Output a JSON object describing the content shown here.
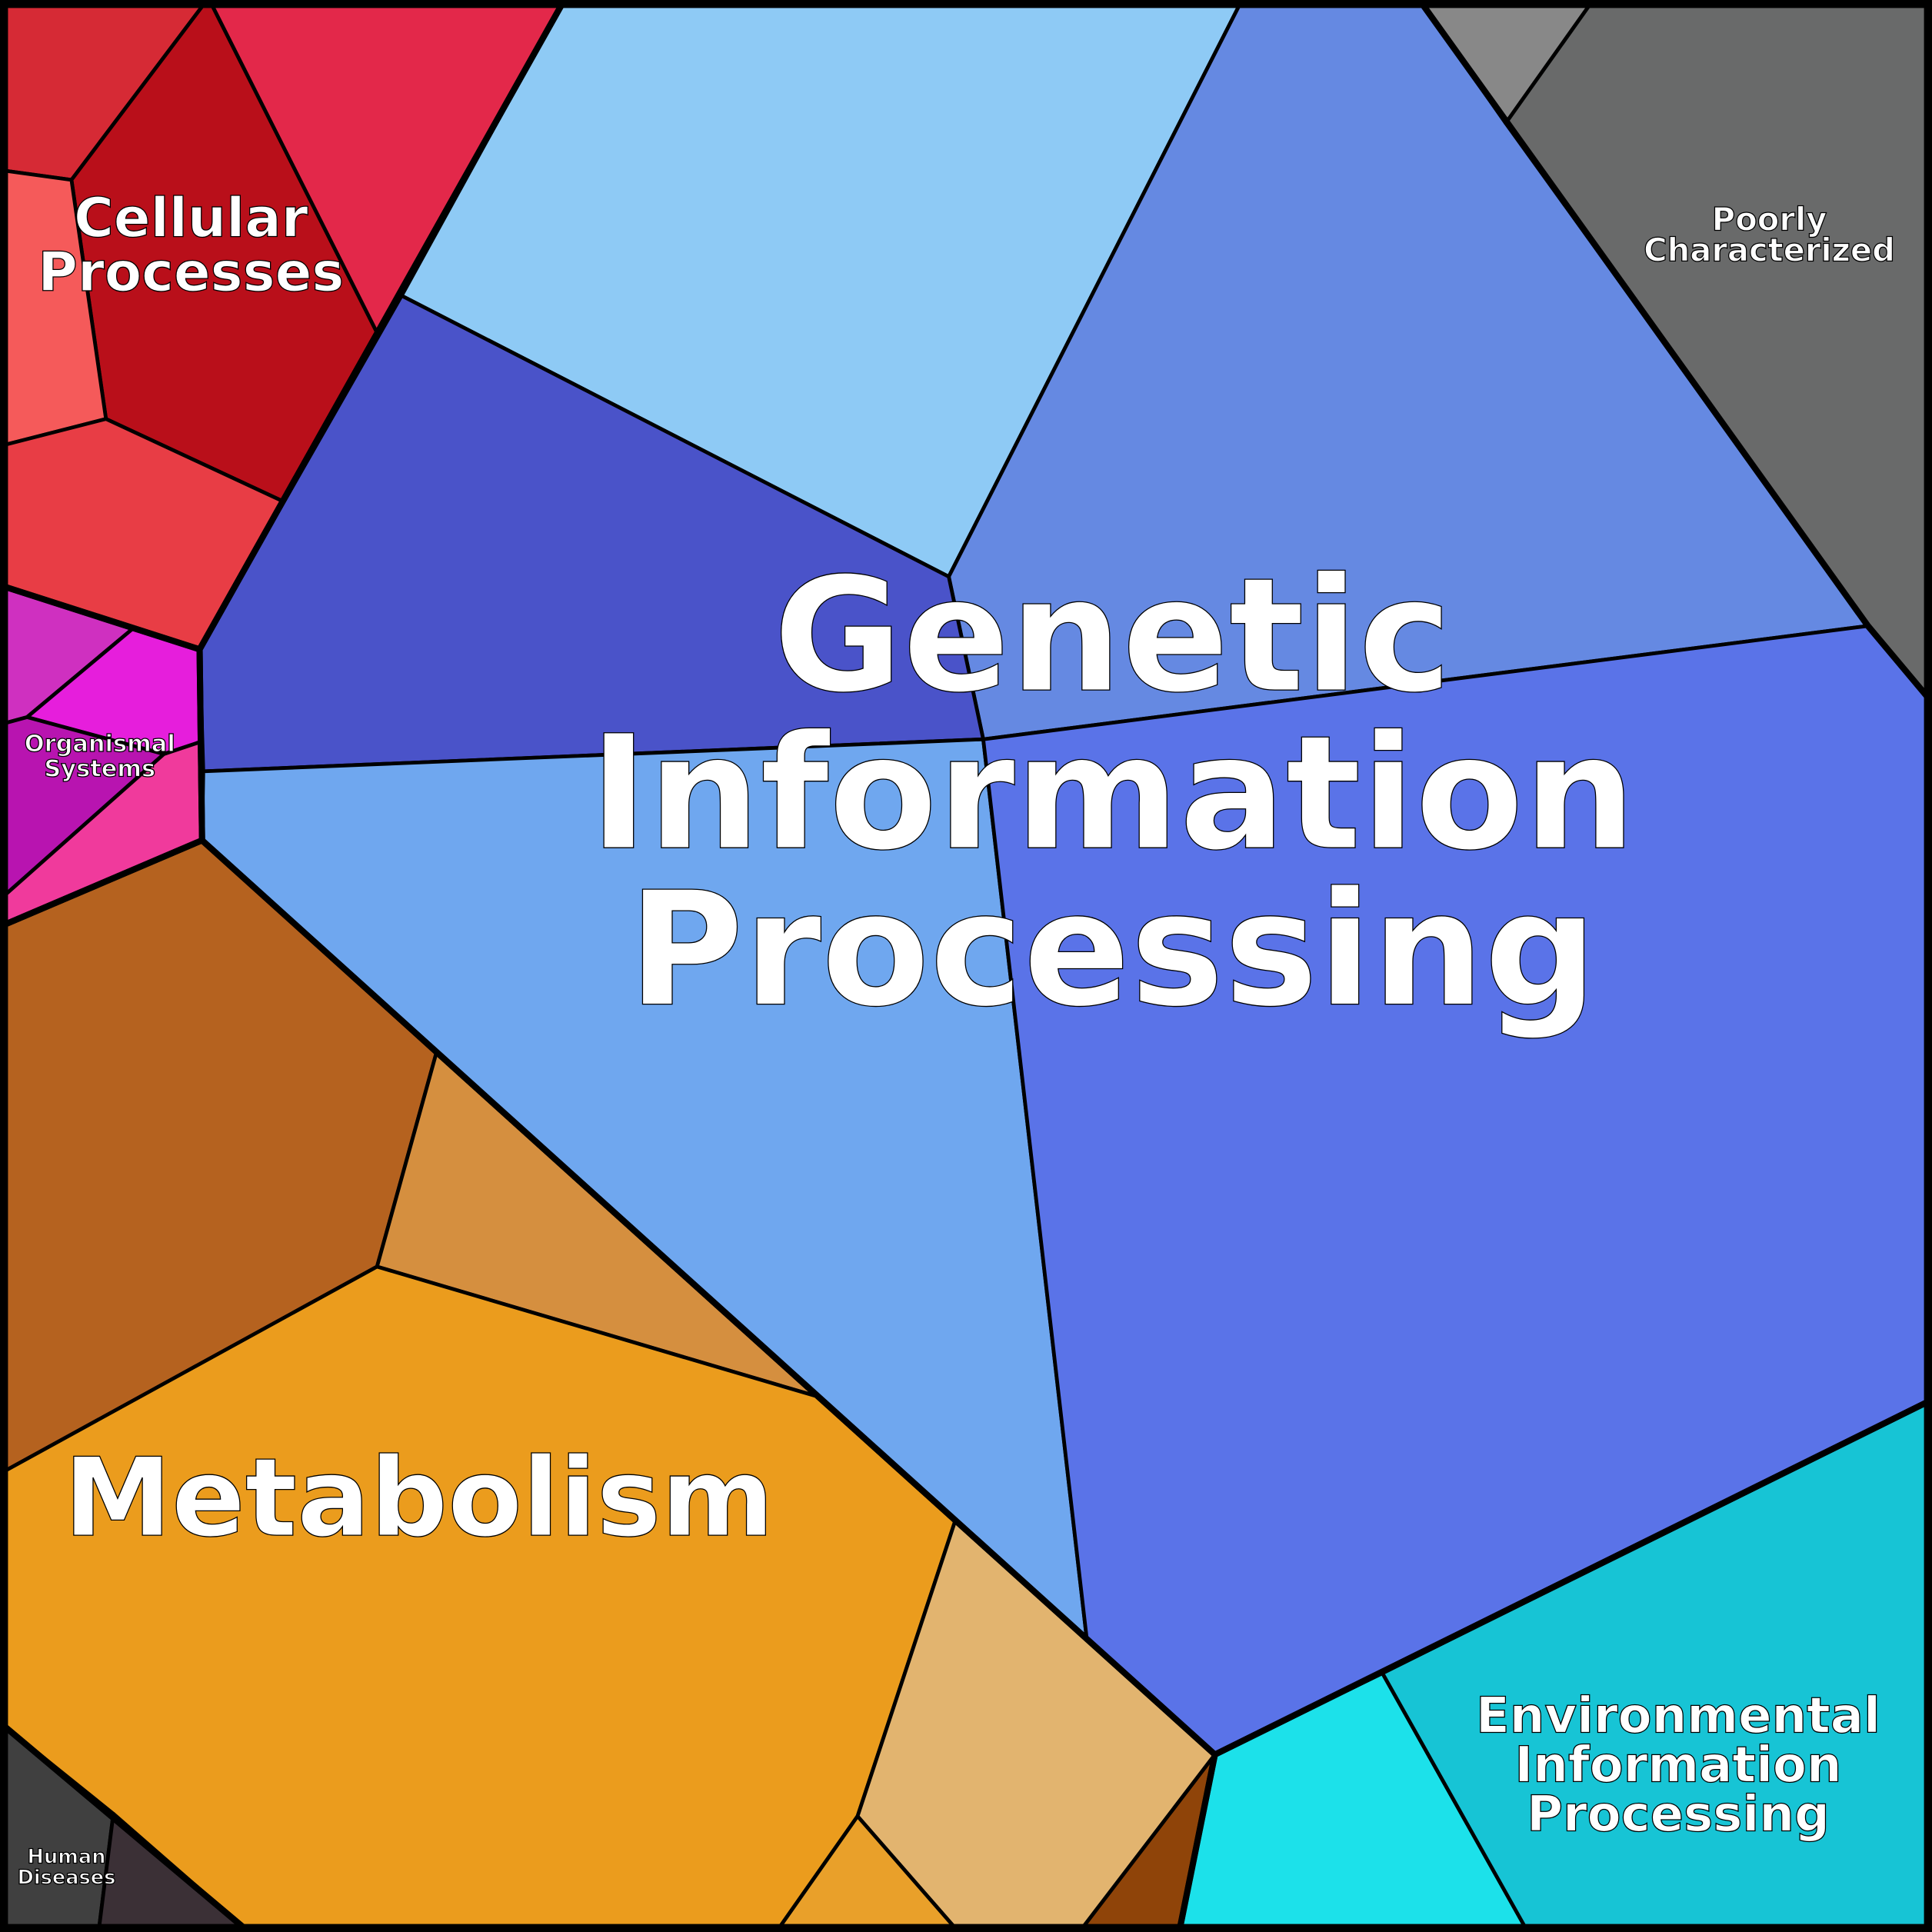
{
  "chart_data": {
    "type": "voronoi-treemap",
    "title": "",
    "groups": [
      {
        "id": "cellular",
        "lines": [
          "Cellular",
          "Processes"
        ],
        "cell_colors": [
          "#d62a35",
          "#b90f1a",
          "#e3284a",
          "#f55a5a",
          "#e83d45"
        ]
      },
      {
        "id": "organismal",
        "lines": [
          "Organismal",
          "Systems"
        ],
        "cell_colors": [
          "#cf30c0",
          "#e61edc",
          "#b814b0",
          "#f03a9c"
        ]
      },
      {
        "id": "genetic",
        "lines": [
          "Genetic",
          "Information",
          "Processing"
        ],
        "cell_colors": [
          "#8ecaf5",
          "#6589e2",
          "#4a53c9",
          "#6fa7ef",
          "#5a73e8"
        ]
      },
      {
        "id": "poorly",
        "lines": [
          "Poorly",
          "Characterized"
        ],
        "cell_colors": [
          "#888888",
          "#696a6a"
        ]
      },
      {
        "id": "metabolism",
        "lines": [
          "Metabolism"
        ],
        "cell_colors": [
          "#b5621f",
          "#d58f3f",
          "#eb9c1d",
          "#e2b46f",
          "#e9a02a",
          "#8f4409"
        ]
      },
      {
        "id": "environmental",
        "lines": [
          "Environmental",
          "Information",
          "Processing"
        ],
        "cell_colors": [
          "#1ce1ea",
          "#17c4d5"
        ]
      },
      {
        "id": "human",
        "lines": [
          "Human",
          "Diseases"
        ],
        "cell_colors": [
          "#404040",
          "#3b3036"
        ]
      }
    ]
  }
}
